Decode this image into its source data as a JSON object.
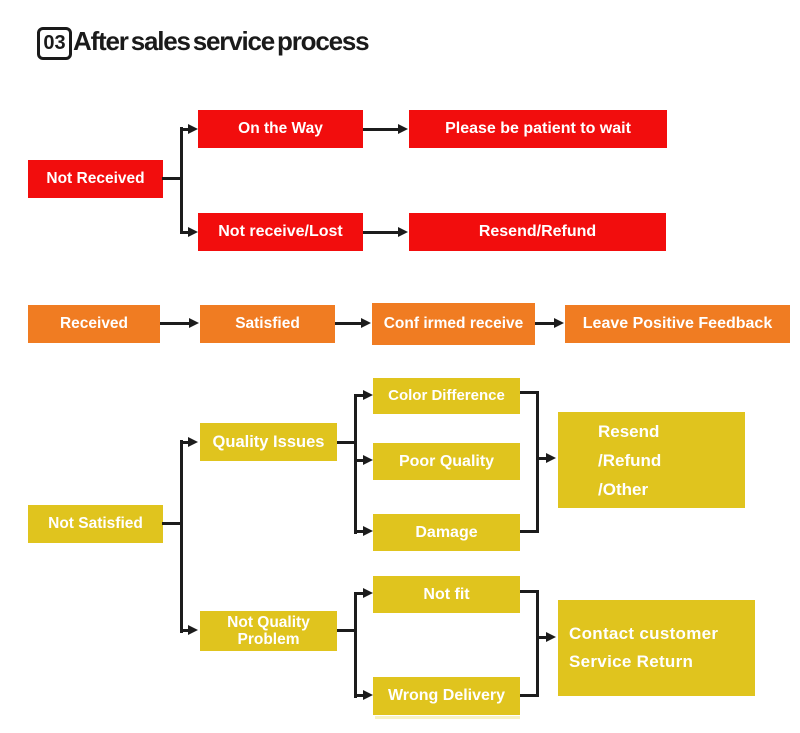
{
  "colors": {
    "red": "#F20D0D",
    "orange": "#F07C22",
    "yellow": "#E0C41E",
    "line": "#1C1C1C",
    "text": "#FFFFFF",
    "title": "#1A1A1A",
    "background": "#FFFFFF",
    "partial_strip": "#F3E88F"
  },
  "header": {
    "number": "03",
    "title": "After sales service process"
  },
  "red_flow": {
    "root": "Not Received",
    "branch1": {
      "step": "On the Way",
      "result": "Please be patient to wait"
    },
    "branch2": {
      "step": "Not receive/Lost",
      "result": "Resend/Refund"
    }
  },
  "orange_flow": {
    "step1": "Received",
    "step2": "Satisfied",
    "step3": "Conf irmed receive",
    "step4": "Leave Positive Feedback"
  },
  "yellow_flow": {
    "root": "Not Satisfied",
    "branch1": {
      "step": "Quality Issues",
      "cause1": "Color Difference",
      "cause2": "Poor Quality",
      "cause3": "Damage",
      "result_line1": "Resend",
      "result_line2": "/Refund",
      "result_line3": "/Other"
    },
    "branch2": {
      "step": "Not Quality Problem",
      "cause1": "Not fit",
      "cause2": "Wrong Delivery",
      "result_line1": "Contact customer",
      "result_line2": "Service Return"
    }
  }
}
